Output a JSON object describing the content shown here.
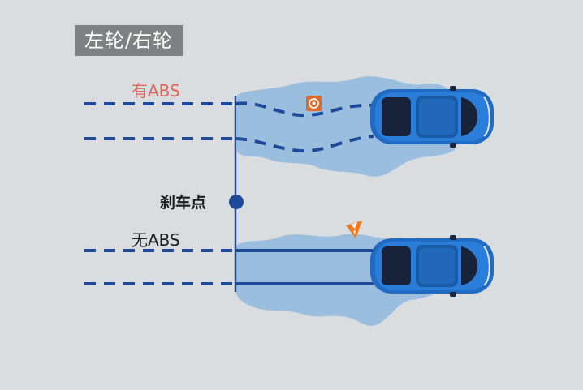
{
  "title": "左轮/右轮",
  "labels": {
    "abs_on": "有ABS",
    "abs_off": "无ABS",
    "brake_point": "刹车点"
  },
  "icons": {
    "warning_sign": "brake-warning-icon",
    "traffic_cone": "traffic-cone-icon",
    "car": "car-icon"
  },
  "colors": {
    "background": "#d9dde0",
    "title_badge": "#7f8081",
    "track_line": "#1f4a9a",
    "puddle": "#8fb8dd",
    "car_body": "#1f6bc4",
    "abs_on_text": "#e0655a",
    "brake_marker": "#1f4a9a"
  }
}
